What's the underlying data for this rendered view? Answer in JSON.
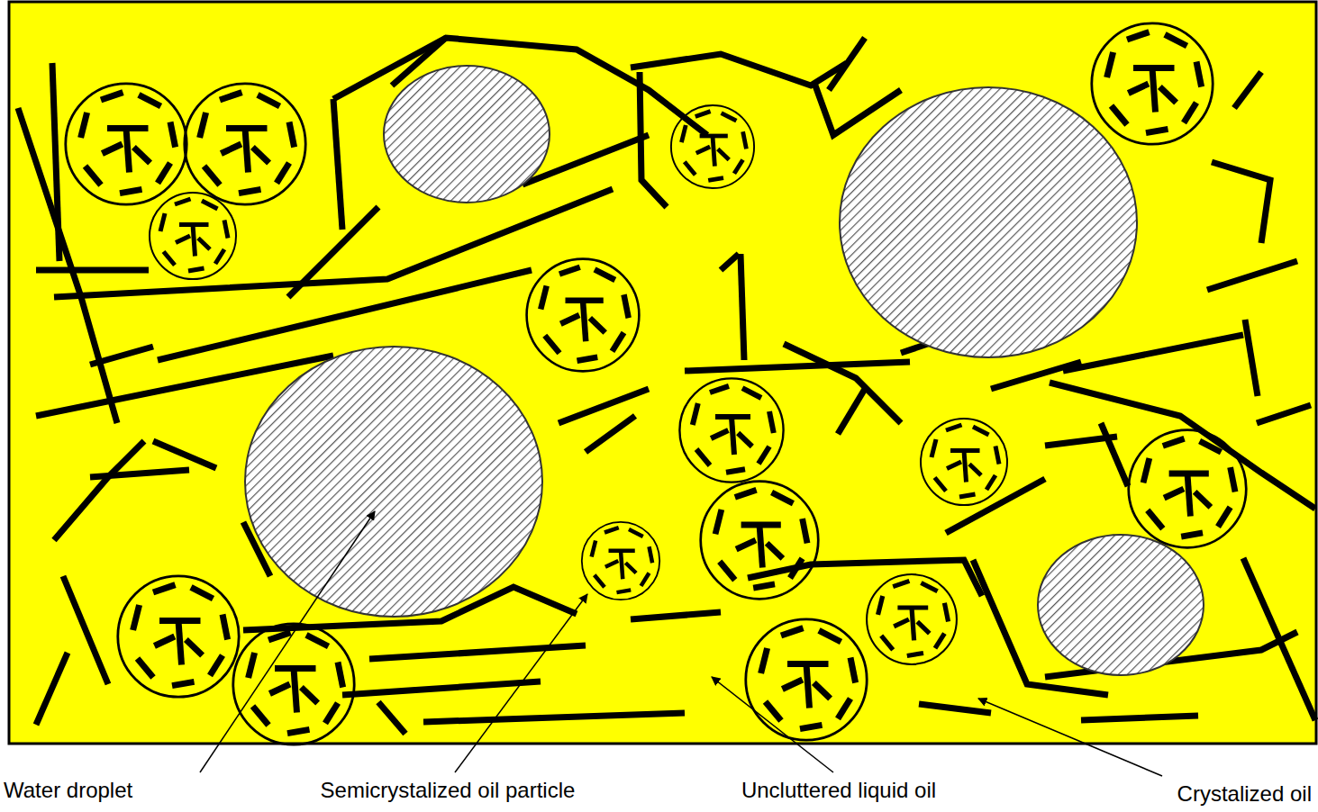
{
  "diagram": {
    "labels": [
      "Water droplet",
      "Semicrystalized oil particle",
      "Uncluttered liquid oil",
      "Crystalized oil"
    ]
  }
}
